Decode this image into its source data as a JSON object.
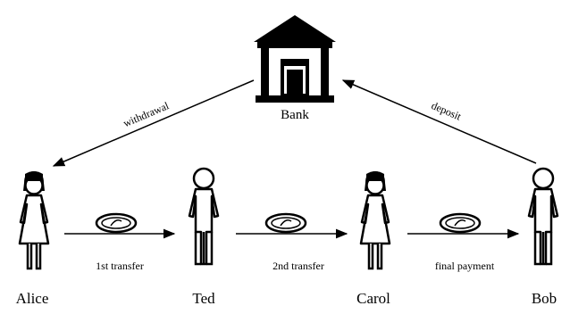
{
  "bank": {
    "label": "Bank",
    "icon": "bank-icon"
  },
  "people": [
    {
      "name": "Alice",
      "figure": "woman-icon"
    },
    {
      "name": "Ted",
      "figure": "man-icon"
    },
    {
      "name": "Carol",
      "figure": "woman-icon"
    },
    {
      "name": "Bob",
      "figure": "man-icon"
    }
  ],
  "transfers": [
    {
      "label": "1st transfer",
      "icon": "coin-icon"
    },
    {
      "label": "2nd transfer",
      "icon": "coin-icon"
    },
    {
      "label": "final payment",
      "icon": "coin-icon"
    }
  ],
  "bank_links": {
    "withdrawal": "withdrawal",
    "deposit": "deposit"
  },
  "colors": {
    "ink": "#000000",
    "background": "#ffffff"
  }
}
